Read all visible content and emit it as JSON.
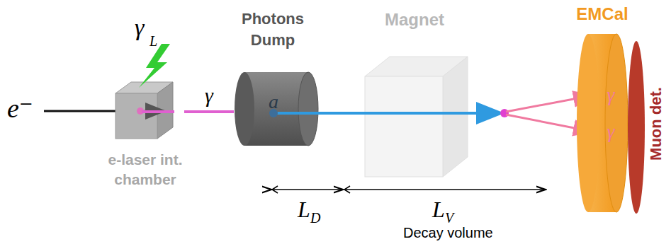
{
  "diagram": {
    "nodes": [
      {
        "text": [
          "e-laser int. chamber"
        ]
      },
      {
        "text": [
          "Photons Dump",
          "a"
        ]
      },
      {
        "text": [
          "Magnet"
        ]
      },
      {
        "text": [
          "EMCal",
          "γ",
          "γ"
        ]
      },
      {
        "text": [
          "Muon det."
        ]
      }
    ],
    "edges": [
      {
        "from": 0,
        "to": 1,
        "label": "γ",
        "arrow": "none"
      }
    ],
    "labels": [
      "e⁻",
      "γ",
      "L",
      "L",
      "D",
      "L",
      "V",
      "Decay volume"
    ]
  }
}
